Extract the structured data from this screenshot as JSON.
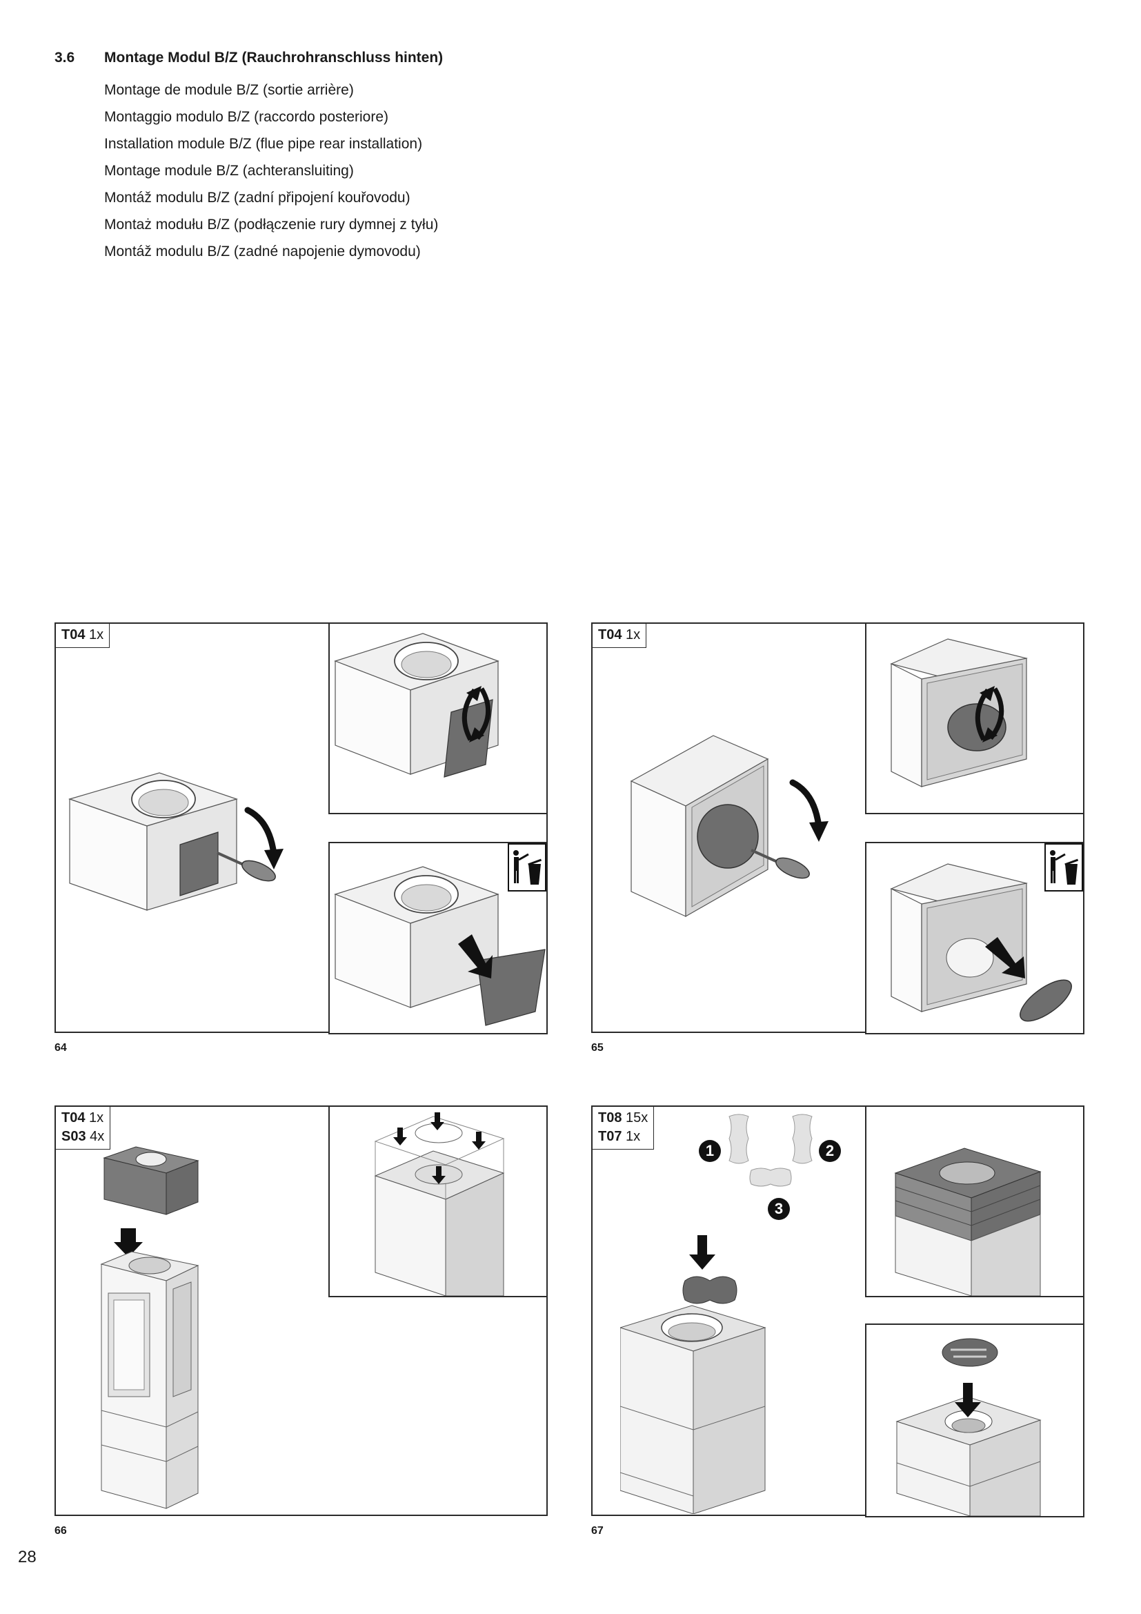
{
  "section": {
    "number": "3.6",
    "title_lines": [
      "Montage Modul B/Z (Rauchrohranschluss hinten)",
      "Montage de module B/Z (sortie arrière)",
      "Montaggio modulo B/Z (raccordo posteriore)",
      "Installation module B/Z (flue pipe rear installation)",
      "Montage module B/Z (achteransluiting)",
      "Montáž modulu B/Z (zadní připojení kouřovodu)",
      "Montaż modułu B/Z (podłączenie rury dymnej z tyłu)",
      "Montáž modulu B/Z  (zadné napojenie dymovodu)"
    ]
  },
  "figures": [
    {
      "number": "64",
      "parts": [
        {
          "code": "T04",
          "qty": "1x"
        }
      ]
    },
    {
      "number": "65",
      "parts": [
        {
          "code": "T04",
          "qty": "1x"
        }
      ]
    },
    {
      "number": "66",
      "parts": [
        {
          "code": "T04",
          "qty": "1x"
        },
        {
          "code": "S03",
          "qty": "4x"
        }
      ]
    },
    {
      "number": "67",
      "parts": [
        {
          "code": "T08",
          "qty": "15x"
        },
        {
          "code": "T07",
          "qty": "1x"
        }
      ],
      "step_markers": [
        "1",
        "2",
        "3"
      ]
    }
  ],
  "icons": [
    "curved-arrow-icon",
    "screwdriver-icon",
    "rotate-arrows-icon",
    "trash-disposal-icon",
    "down-arrow-icon"
  ],
  "page_number": "28"
}
